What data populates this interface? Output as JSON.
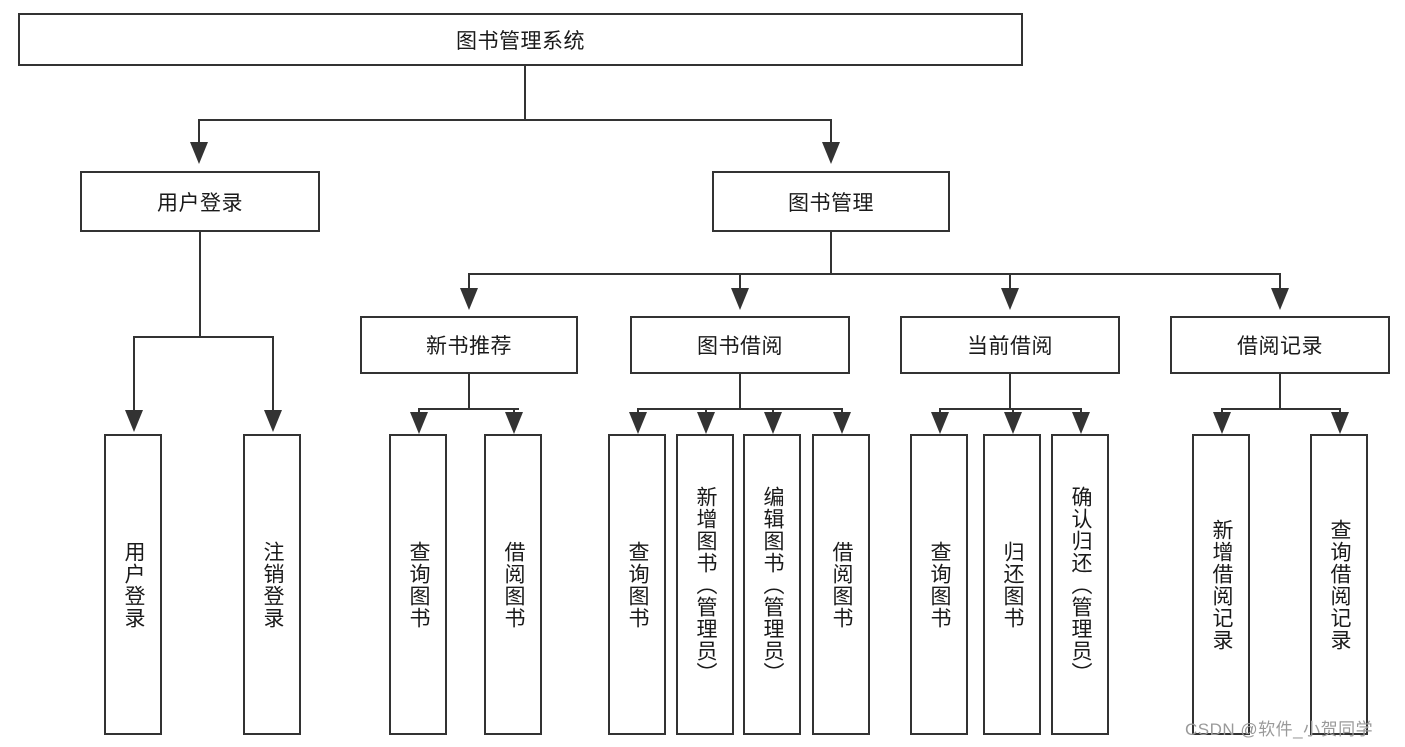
{
  "diagram": {
    "title": "图书管理系统",
    "type": "tree-hierarchy",
    "root": {
      "label": "图书管理系统"
    },
    "level2": [
      {
        "label": "用户登录"
      },
      {
        "label": "图书管理"
      }
    ],
    "level3": [
      {
        "label": "新书推荐"
      },
      {
        "label": "图书借阅"
      },
      {
        "label": "当前借阅"
      },
      {
        "label": "借阅记录"
      }
    ],
    "leaves": {
      "user_login": [
        {
          "label": "用户登录"
        },
        {
          "label": "注销登录"
        }
      ],
      "new_book_recommend": [
        {
          "label": "查询图书"
        },
        {
          "label": "借阅图书"
        }
      ],
      "book_borrow": [
        {
          "label": "查询图书"
        },
        {
          "label": "新增图书（管理员）"
        },
        {
          "label": "编辑图书（管理员）"
        },
        {
          "label": "借阅图书"
        }
      ],
      "current_borrow": [
        {
          "label": "查询图书"
        },
        {
          "label": "归还图书"
        },
        {
          "label": "确认归还（管理员）"
        }
      ],
      "borrow_records": [
        {
          "label": "新增借阅记录"
        },
        {
          "label": "查询借阅记录"
        }
      ]
    }
  },
  "watermark": {
    "text": "CSDN @软件_小贺同学"
  },
  "colors": {
    "line": "#333333",
    "box_fill": "#ffffff",
    "text": "#1a1a1a",
    "watermark": "#9a9a9a"
  }
}
